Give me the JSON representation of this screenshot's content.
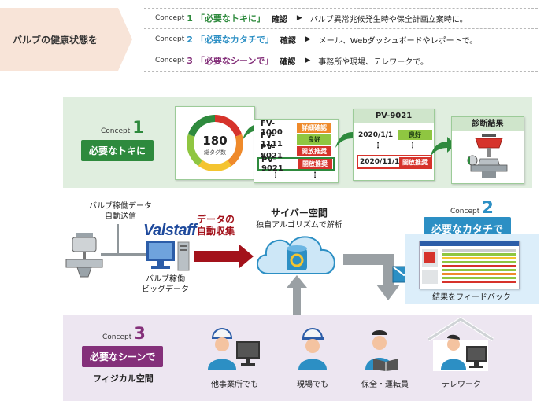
{
  "header": {
    "title": "バルブの健康状態を",
    "concept_word": "Concept",
    "rows": [
      {
        "num": "1",
        "phrase": "「必要なトキに」",
        "kakunin": "確認",
        "desc": "バルブ異常兆候発生時や保全計画立案時に。",
        "color": "#2e8a3d"
      },
      {
        "num": "2",
        "phrase": "「必要なカタチで」",
        "kakunin": "確認",
        "desc": "メール、Webダッシュボードやレポートで。",
        "color": "#2c8fc4"
      },
      {
        "num": "3",
        "phrase": "「必要なシーンで」",
        "kakunin": "確認",
        "desc": "事務所や現場、テレワークで。",
        "color": "#84307a"
      }
    ]
  },
  "concept1": {
    "word": "Concept",
    "num": "1",
    "badge": "必要なトキに",
    "gauge": {
      "value": "180",
      "label": "総タグ数",
      "colors": [
        "#d6332b",
        "#ef8a2b",
        "#f4c430",
        "#8fc641",
        "#2e8a3d"
      ]
    },
    "list": [
      {
        "id": "FV-1000",
        "tag": "詳細確認",
        "tone": "orange"
      },
      {
        "id": "FV-1111",
        "tag": "良好",
        "tone": "green"
      },
      {
        "id": "PV-8021",
        "tag": "開放推奨",
        "tone": "red"
      },
      {
        "id": "PV-9021",
        "tag": "開放推奨",
        "tone": "red"
      }
    ],
    "list_dots": "⋮",
    "history": {
      "title": "PV-9021",
      "rows": [
        {
          "date": "2020/1/1",
          "tag": "良好",
          "tone": "green"
        },
        {
          "date": "2020/11/1",
          "tag": "開放推奨",
          "tone": "red"
        }
      ]
    },
    "diag_title": "診断結果"
  },
  "middle": {
    "valve_text": "バルブ稼働データ\n自動送信",
    "logo": "Valstaff",
    "bigdata": "バルブ稼働\nビッグデータ",
    "arrow_text": "データの\n自動収集",
    "cyber_title": "サイバー空間",
    "cyber_sub": "独自アルゴリズムで解析"
  },
  "concept2": {
    "word": "Concept",
    "num": "2",
    "badge": "必要なカタチで",
    "feedback": "結果をフィードバック"
  },
  "concept3": {
    "word": "Concept",
    "num": "3",
    "badge": "必要なシーンで",
    "physical": "フィジカル空間",
    "people": [
      "他事業所でも",
      "現場でも",
      "保全・運転員",
      "テレワーク"
    ]
  },
  "colors": {
    "green": "#2e8a3d",
    "blue": "#2c8fc4",
    "purple": "#84307a",
    "darkred": "#a3121b"
  }
}
